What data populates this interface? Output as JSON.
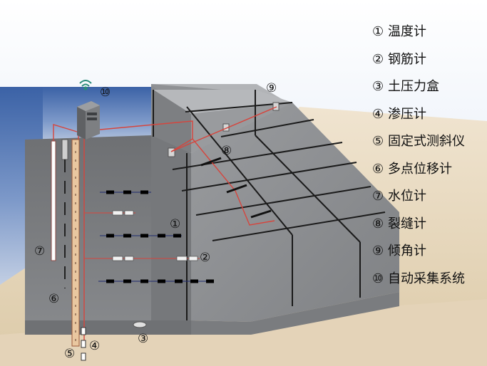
{
  "legend": [
    {
      "marker": "①",
      "label": "温度计"
    },
    {
      "marker": "②",
      "label": "钢筋计"
    },
    {
      "marker": "③",
      "label": "土压力盒"
    },
    {
      "marker": "④",
      "label": "渗压计"
    },
    {
      "marker": "⑤",
      "label": "固定式测斜仪"
    },
    {
      "marker": "⑥",
      "label": "多点位移计"
    },
    {
      "marker": "⑦",
      "label": "水位计"
    },
    {
      "marker": "⑧",
      "label": "裂缝计"
    },
    {
      "marker": "⑨",
      "label": "倾角计"
    },
    {
      "marker": "⑩",
      "label": "自动采集系统"
    }
  ],
  "callouts": {
    "c1": "①",
    "c2": "②",
    "c3": "③",
    "c4": "④",
    "c5": "⑤",
    "c6": "⑥",
    "c7": "⑦",
    "c8": "⑧",
    "c9": "⑨",
    "c10": "⑩"
  },
  "colors": {
    "water": "#3f66a8",
    "sky": "#dfe8f5",
    "sand": "#e8d8c0",
    "concrete_front": "#7a7c7f",
    "concrete_top": "#a5a7aa",
    "concrete_slope": "#8e9093",
    "cable": "#d6453d",
    "sensor": "#111111"
  }
}
